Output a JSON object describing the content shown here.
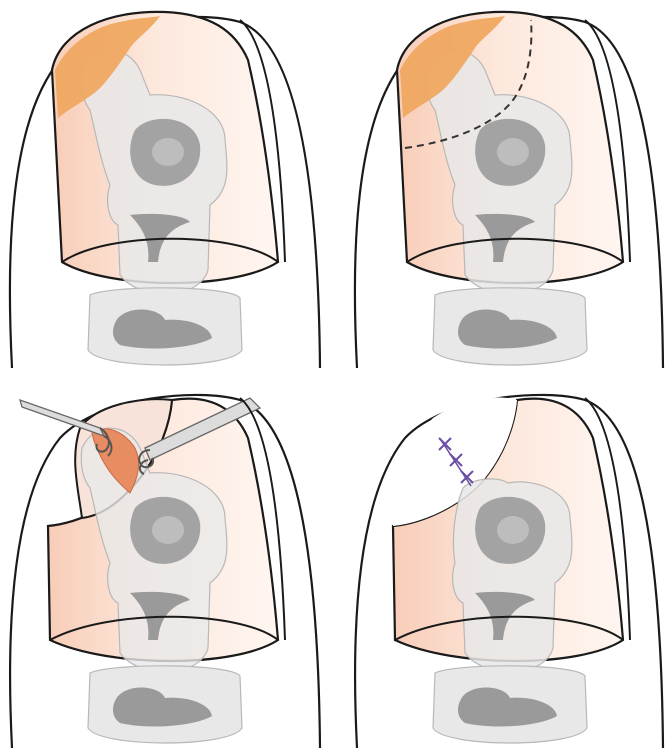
{
  "figure": {
    "panels": [
      {
        "id": "panel-1",
        "steps": [
          "lesion"
        ]
      },
      {
        "id": "panel-2",
        "steps": [
          "lesion",
          "incision-line"
        ]
      },
      {
        "id": "panel-3",
        "steps": [
          "flap-retracted",
          "forceps"
        ]
      },
      {
        "id": "panel-4",
        "steps": [
          "flap-closed",
          "sutures"
        ]
      }
    ],
    "colors": {
      "outline": "#1a1a1a",
      "skin_light": "#fde7da",
      "skin_edge": "#f6c7b0",
      "bone_light": "#e6e6e6",
      "bone_dark": "#9a9a9a",
      "lesion": "#efa860",
      "excised_tissue": "#e88c62",
      "suture": "#6b4fa3",
      "instrument": "#dcdcdc"
    }
  }
}
